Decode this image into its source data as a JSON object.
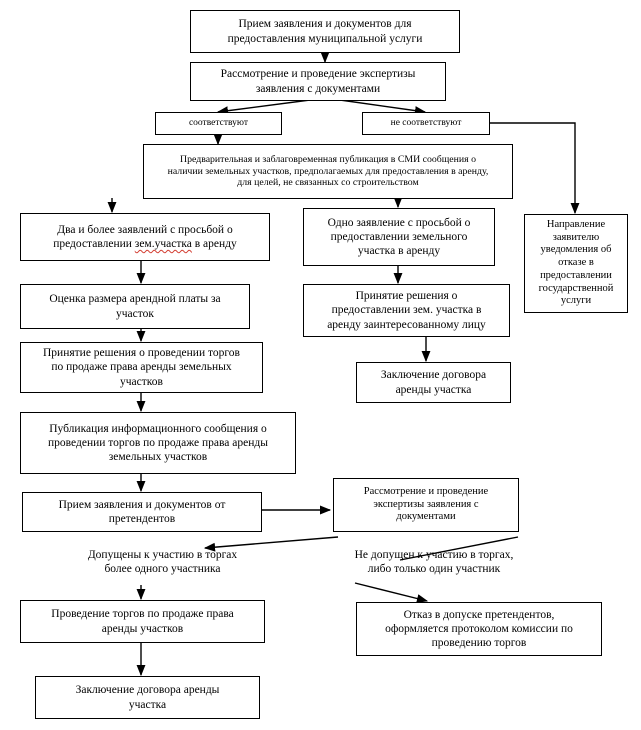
{
  "diagram": {
    "title": "Блок-схема предоставления муниципальной услуги",
    "colors": {
      "background": "#ffffff",
      "border": "#000000",
      "text": "#000000",
      "spellcheck_underline": "#d23b2f"
    },
    "nodes": [
      {
        "id": "n1",
        "name": "node-priem-zayavleniya",
        "lines": [
          "Прием заявления и документов для",
          "предоставления  муниципальной  услуги"
        ]
      },
      {
        "id": "n2",
        "name": "node-rassmotrenie-ekspertiza",
        "lines": [
          "Рассмотрение и проведение экспертизы",
          "заявления с документами"
        ]
      },
      {
        "id": "n3",
        "name": "node-sootvetstvuyut",
        "lines": [
          "соответствуют"
        ]
      },
      {
        "id": "n4",
        "name": "node-ne-sootvetstvuyut",
        "lines": [
          "не соответствуют"
        ]
      },
      {
        "id": "n5",
        "name": "node-publikaciya-smi",
        "lines": [
          "Предварительная и заблаговременная публикация в СМИ сообщения о",
          "наличии земельных участков, предполагаемых для предоставления в аренду,",
          "для целей, не связанных со строительством"
        ]
      },
      {
        "id": "n6",
        "name": "node-dva-i-bolee-zayavleniy",
        "lines_rich": [
          [
            {
              "t": "Два и более заявлений с просьбой о"
            }
          ],
          [
            {
              "t": "предоставлении "
            },
            {
              "t": "зем.участка",
              "misspell": true
            },
            {
              "t": " в аренду"
            }
          ]
        ]
      },
      {
        "id": "n7",
        "name": "node-odno-zayavlenie",
        "lines": [
          "Одно заявление с просьбой о",
          "предоставлении земельного",
          "участка в аренду"
        ]
      },
      {
        "id": "n8",
        "name": "node-napravlenie-uvedomleniya-ob-otkaze",
        "lines": [
          "Направление",
          "заявителю",
          "уведомления об",
          "отказе в",
          "предоставлении",
          "государственной",
          "услуги"
        ]
      },
      {
        "id": "n9",
        "name": "node-ocenka-arendnoy-platy",
        "lines": [
          "Оценка размера арендной платы за",
          "участок"
        ]
      },
      {
        "id": "n10",
        "name": "node-prinyatie-resheniya-o-torgah",
        "lines": [
          "Принятие решения о проведении торгов",
          "по продаже права аренды земельных",
          "участков"
        ]
      },
      {
        "id": "n11",
        "name": "node-prinyatie-resheniya-o-predostavlenii",
        "lines": [
          "Принятие решения о",
          "предоставлении зем. участка в",
          "аренду заинтересованному лицу"
        ]
      },
      {
        "id": "n12",
        "name": "node-zaklyuchenie-dogovora-arendy-uchastka-top",
        "lines": [
          "Заключение договора",
          "аренды участка"
        ]
      },
      {
        "id": "n13",
        "name": "node-publikaciya-informacionnogo-soobsheniya",
        "lines": [
          "Публикация информационного сообщения о",
          "проведении торгов по продаже права аренды",
          "земельных участков"
        ]
      },
      {
        "id": "n14",
        "name": "node-priem-zayavleniya-ot-pretendentov",
        "lines": [
          "Прием заявления и документов от",
          "претендентов"
        ]
      },
      {
        "id": "n15",
        "name": "node-rassmotrenie-ekspertiza-zayavleniya",
        "lines": [
          "Рассмотрение  и проведение",
          "экспертизы  заявления с",
          "документами"
        ]
      },
      {
        "id": "n16",
        "name": "node-provedenie-torgov",
        "lines": [
          "Проведение торгов по продаже права",
          "аренды участков"
        ]
      },
      {
        "id": "n17",
        "name": "node-otkaz-v-dopuske",
        "lines": [
          "Отказ в допуске претендентов,",
          "оформляется протоколом комиссии по",
          "проведению торгов"
        ]
      },
      {
        "id": "n18",
        "name": "node-zaklyuchenie-dogovora-arendy-uchastka-bottom",
        "lines": [
          "Заключение договора аренды",
          "участка"
        ]
      }
    ],
    "labels": [
      {
        "id": "l1",
        "name": "label-dopusheny-k-uchastiyu",
        "lines": [
          "Допущены к участию в торгах",
          "более одного участника"
        ]
      },
      {
        "id": "l2",
        "name": "label-ne-dopushen-k-uchastiyu",
        "lines": [
          "Не допущен к участию в торгах,",
          "либо только один участник"
        ]
      }
    ]
  }
}
